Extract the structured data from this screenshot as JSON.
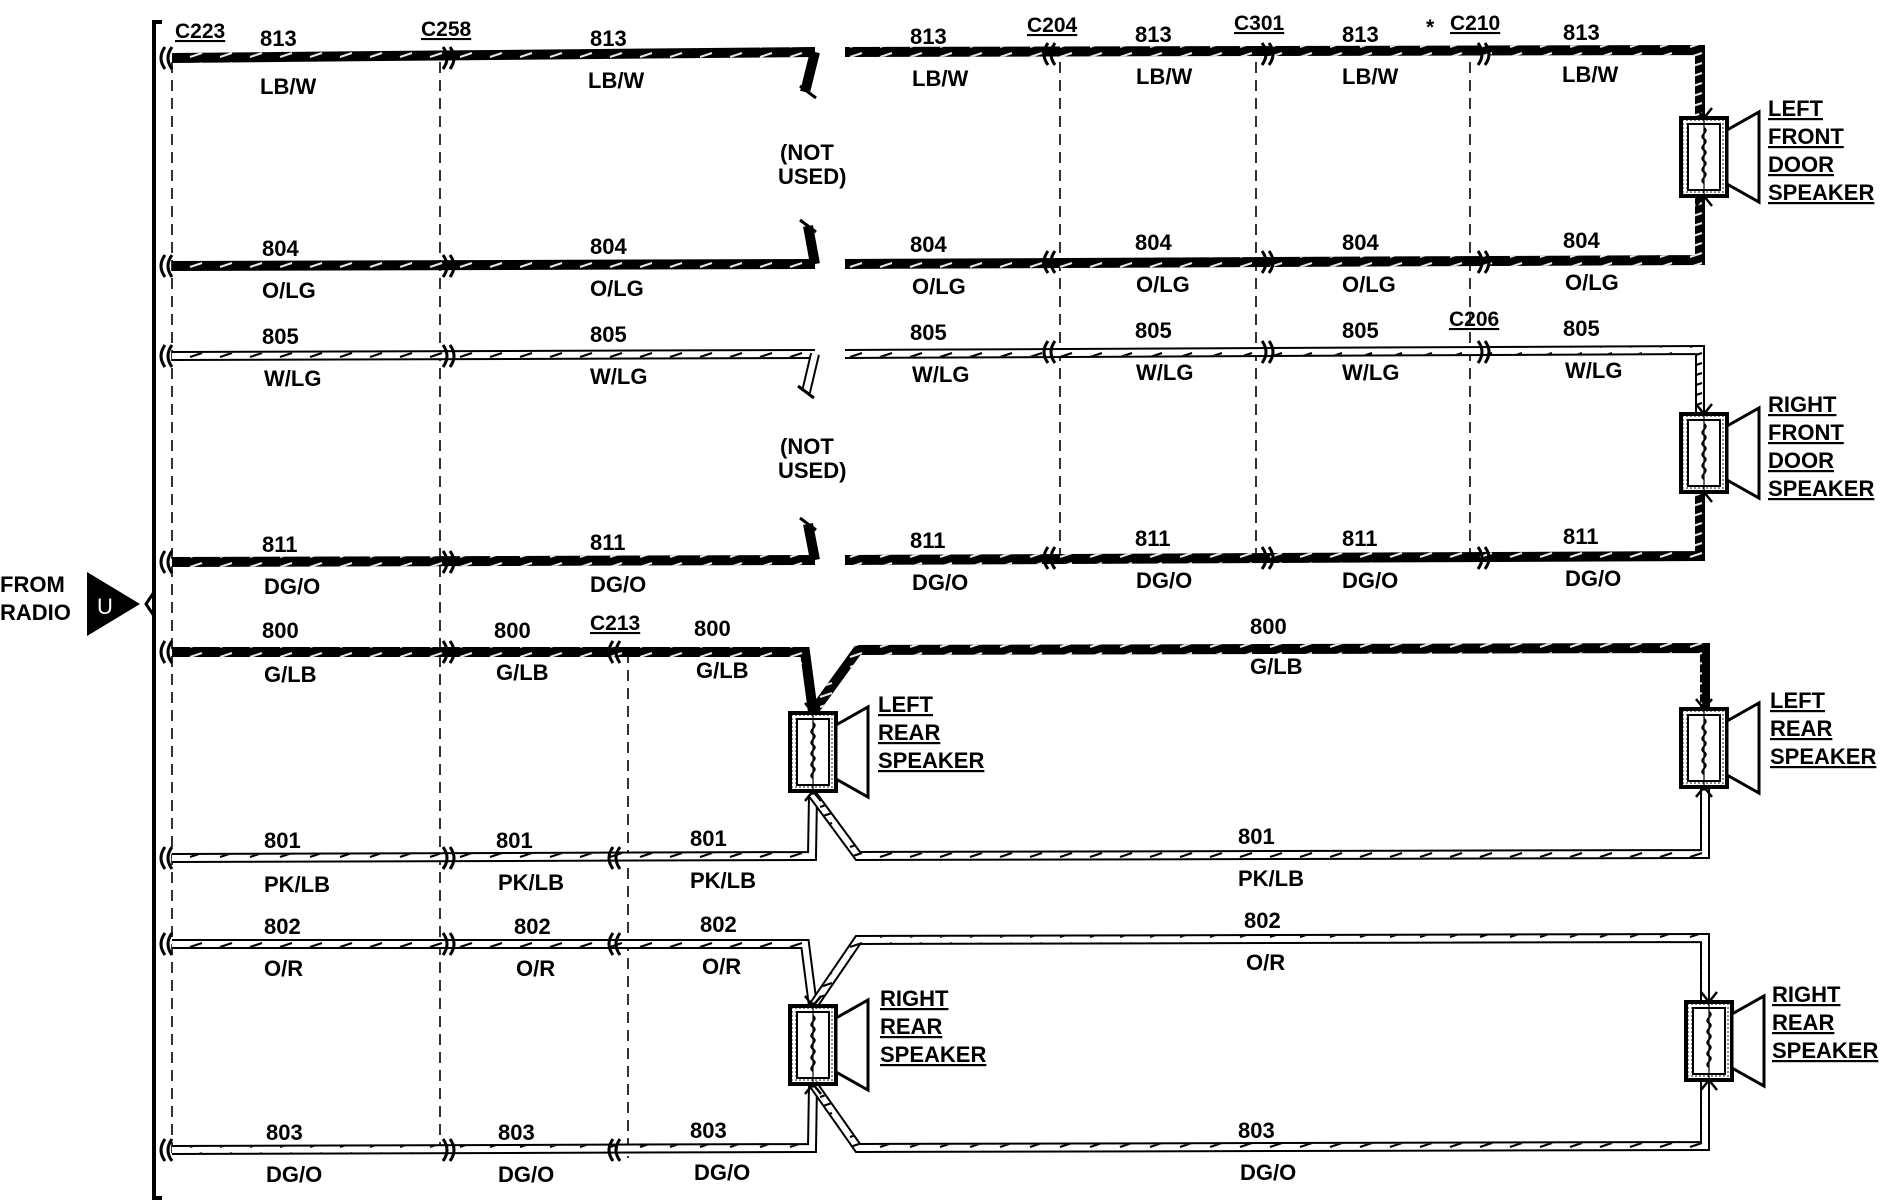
{
  "source": {
    "line1": "FROM",
    "line2": "RADIO",
    "connector_letter": "U"
  },
  "connectors": {
    "c223": "C223",
    "c258": "C258",
    "c204": "C204",
    "c301": "C301",
    "c210": "C210",
    "c206": "C206",
    "c213": "C213",
    "star": "*"
  },
  "not_used": {
    "line1": "(NOT",
    "line2": "USED)"
  },
  "speakers": {
    "lf": [
      "LEFT",
      "FRONT",
      "DOOR",
      "SPEAKER"
    ],
    "rf": [
      "RIGHT",
      "FRONT",
      "DOOR",
      "SPEAKER"
    ],
    "lr_mid": [
      "LEFT",
      "REAR",
      "SPEAKER"
    ],
    "lr_right": [
      "LEFT",
      "REAR",
      "SPEAKER"
    ],
    "rr_mid": [
      "RIGHT",
      "REAR",
      "SPEAKER"
    ],
    "rr_right": [
      "RIGHT",
      "REAR",
      "SPEAKER"
    ]
  },
  "wires": {
    "w813": {
      "circuit": "813",
      "color": "LB/W"
    },
    "w804": {
      "circuit": "804",
      "color": "O/LG"
    },
    "w805": {
      "circuit": "805",
      "color": "W/LG"
    },
    "w811": {
      "circuit": "811",
      "color": "DG/O"
    },
    "w800": {
      "circuit": "800",
      "color": "G/LB"
    },
    "w801": {
      "circuit": "801",
      "color": "PK/LB"
    },
    "w802": {
      "circuit": "802",
      "color": "O/R"
    },
    "w803": {
      "circuit": "803",
      "color": "DG/O"
    }
  }
}
